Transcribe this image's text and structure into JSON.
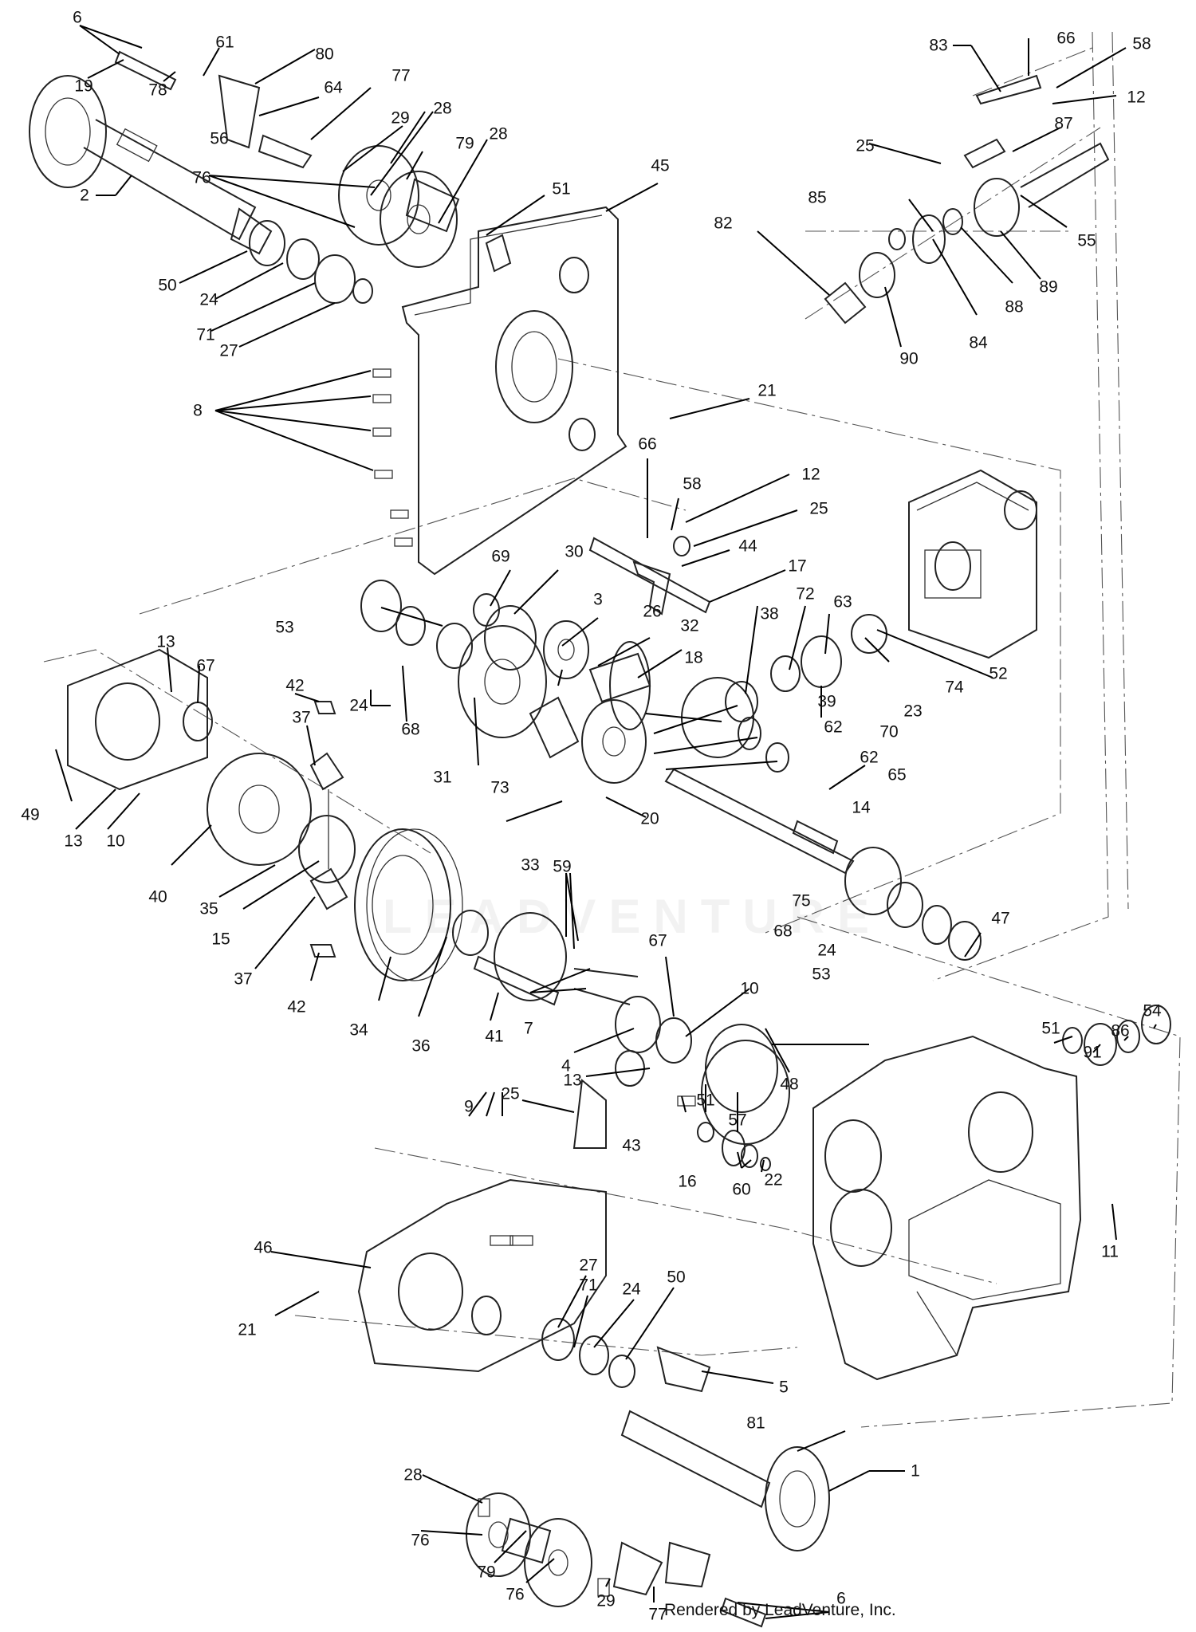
{
  "footer": "Rendered by LeadVenture, Inc.",
  "watermark": "LEADVENTURE",
  "callouts": [
    "6",
    "61",
    "80",
    "77",
    "64",
    "29",
    "28",
    "79",
    "28",
    "19",
    "78",
    "56",
    "76",
    "45",
    "51",
    "2",
    "50",
    "24",
    "71",
    "27",
    "8",
    "83",
    "66",
    "58",
    "12",
    "87",
    "25",
    "55",
    "85",
    "82",
    "90",
    "84",
    "88",
    "89",
    "21",
    "66",
    "58",
    "12",
    "25",
    "44",
    "17",
    "53",
    "69",
    "30",
    "3",
    "26",
    "32",
    "18",
    "38",
    "72",
    "63",
    "52",
    "74",
    "23",
    "13",
    "67",
    "42",
    "37",
    "24",
    "68",
    "31",
    "73",
    "39",
    "62",
    "70",
    "62",
    "65",
    "49",
    "13",
    "10",
    "40",
    "35",
    "15",
    "33",
    "20",
    "14",
    "37",
    "42",
    "34",
    "36",
    "41",
    "59",
    "7",
    "67",
    "4",
    "10",
    "13",
    "75",
    "68",
    "24",
    "53",
    "47",
    "51",
    "86",
    "54",
    "91",
    "25",
    "43",
    "51",
    "57",
    "16",
    "22",
    "48",
    "60",
    "11",
    "9",
    "46",
    "27",
    "71",
    "24",
    "50",
    "21",
    "5",
    "81",
    "1",
    "28",
    "76",
    "79",
    "76",
    "29",
    "77",
    "6"
  ]
}
